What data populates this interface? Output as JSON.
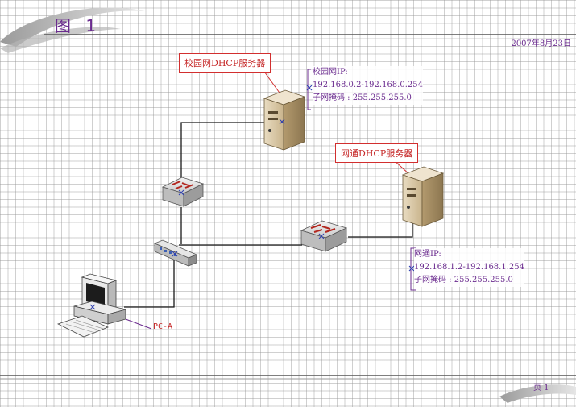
{
  "header": {
    "title": "图 1",
    "date": "2007年8月23日"
  },
  "footer": {
    "page": "页 1"
  },
  "diagram": {
    "campus_server_label": "校园网DHCP服务器",
    "netcom_server_label": "网通DHCP服务器",
    "campus_info": {
      "title": "校园网IP:",
      "range": "192.168.0.2-192.168.0.254",
      "mask": "子网掩码 : 255.255.255.0"
    },
    "netcom_info": {
      "title": "网通IP:",
      "range": "192.168.1.2-192.168.1.254",
      "mask": "子网掩码 : 255.255.255.0"
    },
    "pc_label": "PC-A"
  },
  "colors": {
    "accent": "#6b2c8f",
    "callout": "#d22f2f",
    "link": "#1a1a1a"
  }
}
